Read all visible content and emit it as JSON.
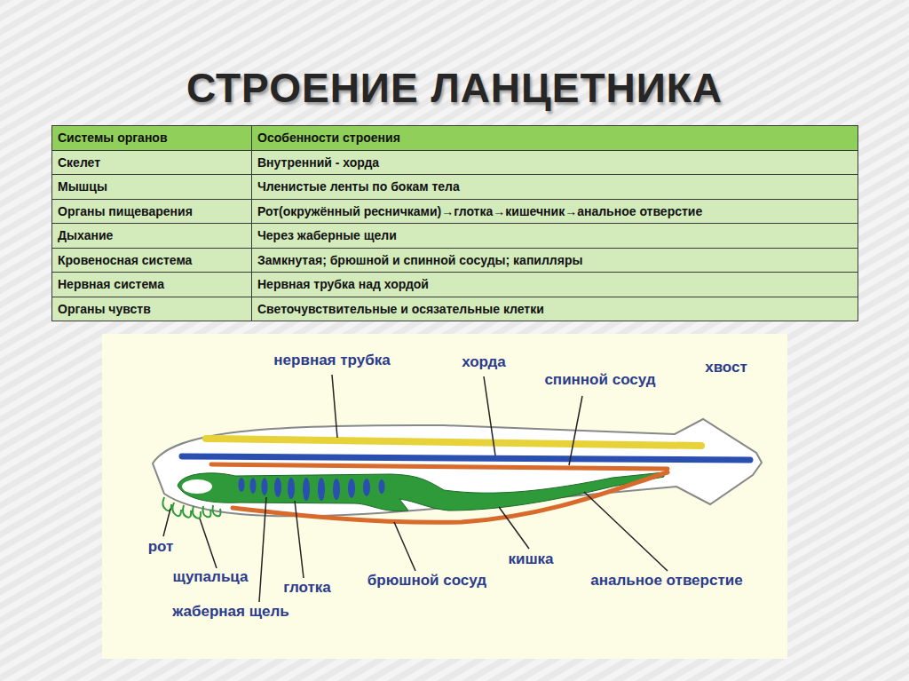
{
  "diagram": {
    "title": "СТРОЕНИЕ ЛАНЦЕТНИКА",
    "labels": [
      "Системы органов",
      "Особенности строения",
      "Скелет",
      "Внутренний  - хорда",
      "Мышцы",
      "Членистые ленты по бокам тела",
      "Органы пищеварения",
      "Рот(окружённый ресничками)→глотка→кишечник→анальное отверстие",
      "Дыхание",
      "Через жаберные щели",
      "Кровеносная система",
      "Замкнутая;  брюшной и спинной сосуды; капилляры",
      "Нервная система",
      "Нервная трубка над хордой",
      "Органы чувств",
      "Светочувствительные и осязательные клетки",
      "нервная трубка",
      "хорда",
      "спинной сосуд",
      "хвост",
      "рот",
      "щупальца",
      "глотка",
      "брюшной сосуд",
      "кишка",
      "анальное отверстие",
      "жаберная щель"
    ]
  }
}
